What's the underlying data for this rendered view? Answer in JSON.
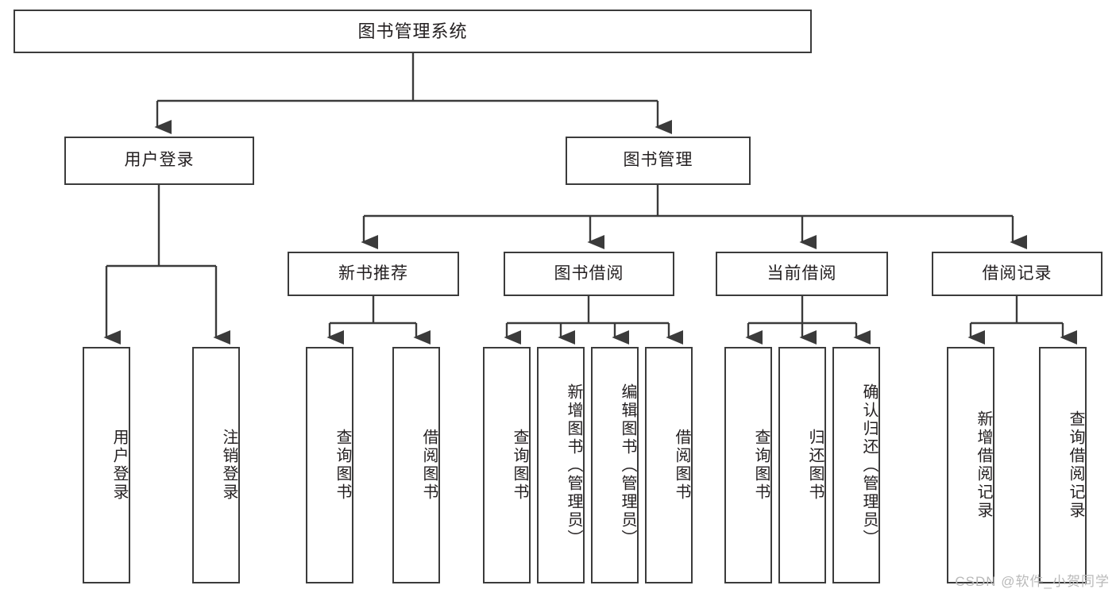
{
  "diagram": {
    "type": "tree",
    "title": "图书管理系统",
    "watermark": "CSDN @软件_小贺同学",
    "colors": {
      "box_border": "#3b3b3b",
      "box_fill": "#ffffff",
      "edge": "#3b3b3b",
      "text": "#231f20",
      "watermark": "#b9b9b9"
    },
    "nodes": {
      "root": {
        "label": "图书管理系统",
        "level": 0,
        "orientation": "horizontal"
      },
      "l1": [
        {
          "id": "user_login",
          "label": "用户登录",
          "orientation": "horizontal"
        },
        {
          "id": "book_manage",
          "label": "图书管理",
          "orientation": "horizontal"
        }
      ],
      "l2": [
        {
          "id": "new_book_rec",
          "label": "新书推荐",
          "orientation": "horizontal",
          "parent": "book_manage"
        },
        {
          "id": "book_borrow",
          "label": "图书借阅",
          "orientation": "horizontal",
          "parent": "book_manage"
        },
        {
          "id": "current_borrow",
          "label": "当前借阅",
          "orientation": "horizontal",
          "parent": "book_manage"
        },
        {
          "id": "borrow_record",
          "label": "借阅记录",
          "orientation": "horizontal",
          "parent": "book_manage"
        }
      ],
      "leaves": [
        {
          "id": "leaf_user_login",
          "label": "用户登录",
          "orientation": "vertical",
          "parent": "user_login"
        },
        {
          "id": "leaf_logout",
          "label": "注销登录",
          "orientation": "vertical",
          "parent": "user_login"
        },
        {
          "id": "leaf_query_book_1",
          "label": "查询图书",
          "orientation": "vertical",
          "parent": "new_book_rec"
        },
        {
          "id": "leaf_borrow_book_1",
          "label": "借阅图书",
          "orientation": "vertical",
          "parent": "new_book_rec"
        },
        {
          "id": "leaf_query_book_2",
          "label": "查询图书",
          "orientation": "vertical",
          "parent": "book_borrow"
        },
        {
          "id": "leaf_add_book",
          "label": "新增图书（管理员）",
          "orientation": "vertical",
          "parent": "book_borrow"
        },
        {
          "id": "leaf_edit_book",
          "label": "编辑图书（管理员）",
          "orientation": "vertical",
          "parent": "book_borrow"
        },
        {
          "id": "leaf_borrow_book_2",
          "label": "借阅图书",
          "orientation": "vertical",
          "parent": "book_borrow"
        },
        {
          "id": "leaf_query_book_3",
          "label": "查询图书",
          "orientation": "vertical",
          "parent": "current_borrow"
        },
        {
          "id": "leaf_return_book",
          "label": "归还图书",
          "orientation": "vertical",
          "parent": "current_borrow"
        },
        {
          "id": "leaf_confirm_return",
          "label": "确认归还（管理员）",
          "orientation": "vertical",
          "parent": "current_borrow"
        },
        {
          "id": "leaf_add_record",
          "label": "新增借阅记录",
          "orientation": "vertical",
          "parent": "borrow_record"
        },
        {
          "id": "leaf_query_record",
          "label": "查询借阅记录",
          "orientation": "vertical",
          "parent": "borrow_record"
        }
      ]
    }
  }
}
